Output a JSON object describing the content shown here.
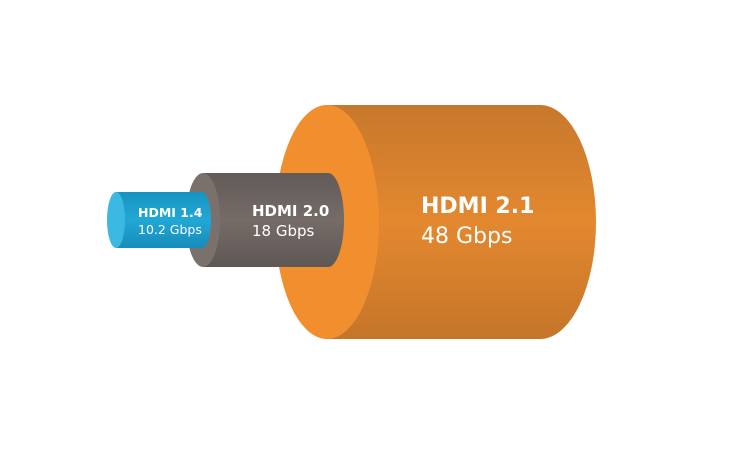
{
  "colors": {
    "hdmi14": "#1fa3d0",
    "hdmi20": "#6f6662",
    "hdmi21": "#f18f2f"
  },
  "cables": [
    {
      "name": "HDMI 1.4",
      "bandwidth": "10.2 Gbps",
      "gbps": 10.2
    },
    {
      "name": "HDMI 2.0",
      "bandwidth": "18 Gbps",
      "gbps": 18
    },
    {
      "name": "HDMI 2.1",
      "bandwidth": "48 Gbps",
      "gbps": 48
    }
  ]
}
